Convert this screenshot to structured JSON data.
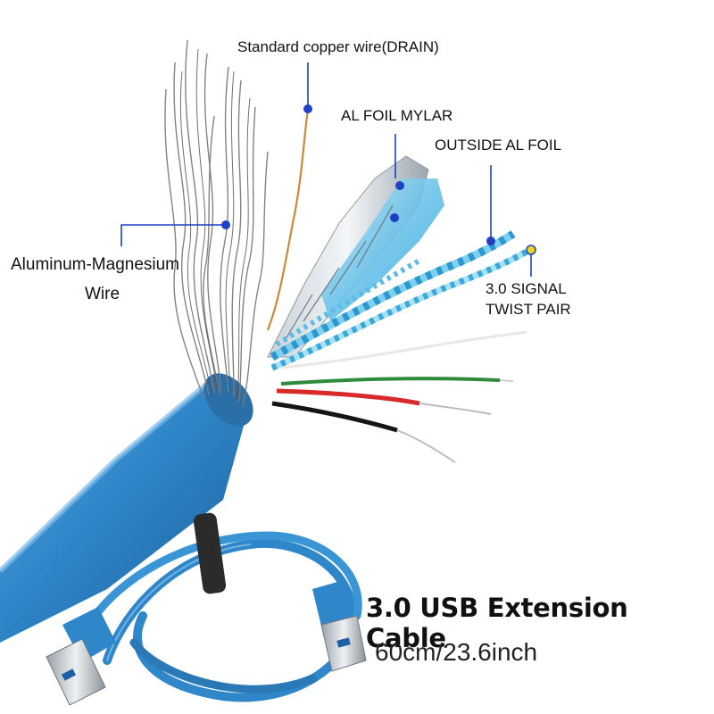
{
  "labels": {
    "drain": "Standard copper wire(DRAIN)",
    "mylar": "AL FOIL MYLAR",
    "outside_foil": "OUTSIDE AL FOIL",
    "aluminum_1": "Aluminum-Magnesium",
    "aluminum_2": "Wire",
    "signal_1": "3.0 SIGNAL",
    "signal_2": "TWIST PAIR"
  },
  "product": {
    "title": "3.0 USB Extension Cable",
    "length": "60cm/23.6inch"
  },
  "colors": {
    "cable_blue": "#2f86c8",
    "jacket_blue": "#3a8fd0",
    "marker_blue": "#1f3fc4",
    "marker_yellow": "#f2d31a",
    "wire_red": "#d82a2a",
    "wire_green": "#2e8b3c",
    "wire_black": "#151515",
    "wire_white": "#e8e8e8",
    "braid_gray": "#8a8a8a"
  }
}
